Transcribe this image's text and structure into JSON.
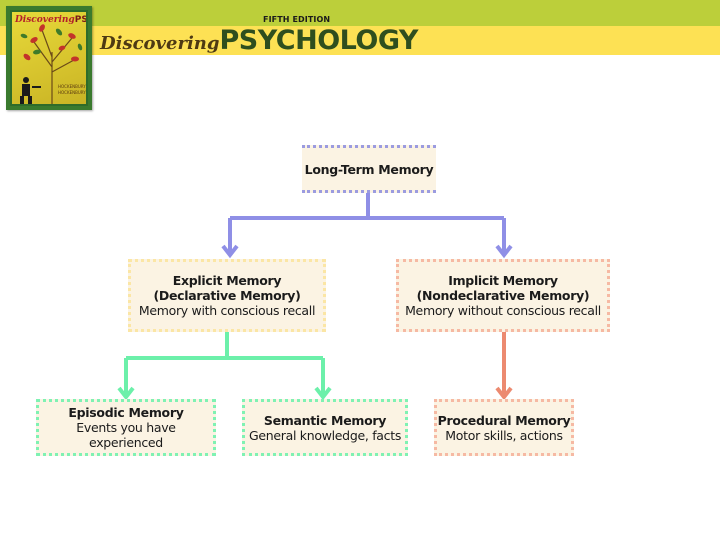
{
  "header": {
    "edition": "FIFTH EDITION",
    "brand_script": "Discovering",
    "brand_main": "PSYCHOLOGY",
    "cover_title_script": "Discovering",
    "cover_title_main": "PSYCHOLOGY",
    "cover_authors": "HOCKENBURY & HOCKENBURY"
  },
  "colors": {
    "header_green": "#bccf3a",
    "header_yellow": "#fde154",
    "blue_connector": "#8f8fe6",
    "green_connector": "#6cf0aa",
    "salmon_connector": "#ec8a70"
  },
  "diagram": {
    "root": {
      "title": "Long-Term Memory"
    },
    "explicit": {
      "title": "Explicit Memory",
      "alt": "(Declarative Memory)",
      "desc": "Memory with conscious recall"
    },
    "implicit": {
      "title": "Implicit Memory",
      "alt": "(Nondeclarative Memory)",
      "desc": "Memory without conscious recall"
    },
    "episodic": {
      "title": "Episodic Memory",
      "desc": "Events you have experienced"
    },
    "semantic": {
      "title": "Semantic Memory",
      "desc": "General knowledge, facts"
    },
    "procedural": {
      "title": "Procedural Memory",
      "desc": "Motor skills, actions"
    }
  }
}
